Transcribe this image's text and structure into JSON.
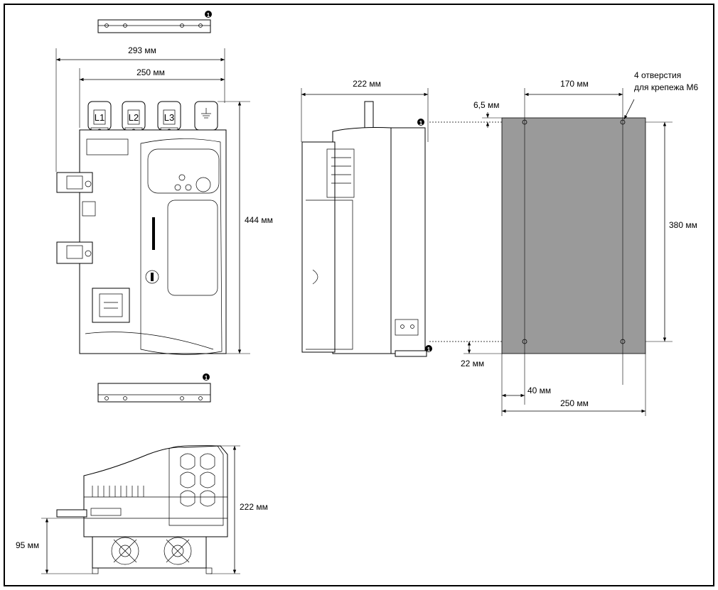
{
  "dimensions": {
    "front_width_total": "293 мм",
    "front_width_inner": "250 мм",
    "height": "444 мм",
    "side_depth": "222 мм",
    "mount_edge_offset": "6,5 мм",
    "mount_hole_spacing_x": "170 мм",
    "mount_hole_spacing_y": "380 мм",
    "mount_bottom_offset": "22 мм",
    "mount_hole_inset_x": "40 мм",
    "mount_plate_width": "250 мм",
    "bottom_depth": "222 мм",
    "bottom_height": "95 мм"
  },
  "annotations": {
    "mount_holes_line1": "4 отверстия",
    "mount_holes_line2": "для крепежа М6",
    "callout_number": "1"
  },
  "terminals": [
    "L1",
    "L2",
    "L3"
  ],
  "colors": {
    "frame": "#000000",
    "mount_plate": "#9a9a9a",
    "background": "#ffffff"
  }
}
